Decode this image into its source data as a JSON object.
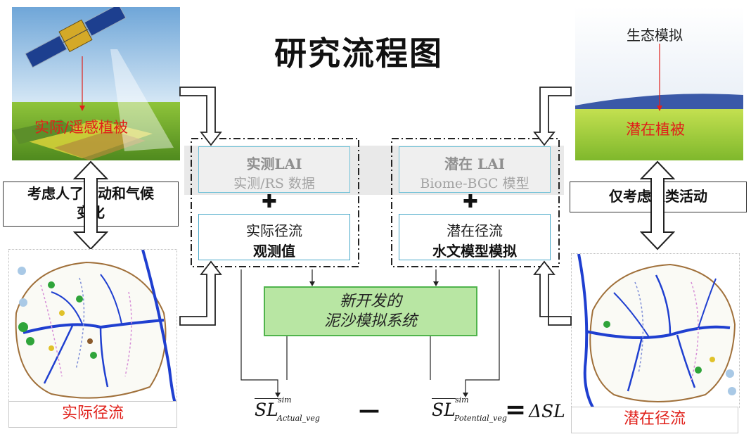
{
  "title": "研究流程图",
  "left_top_photo": {
    "label": "实际/遥感植被"
  },
  "right_top_photo": {
    "top_label": "生态模拟",
    "label": "潜在植被"
  },
  "left_side_box": {
    "text_line1": "考虑人了活动和气候",
    "text_line2": "变化"
  },
  "right_side_box": {
    "text": "仅考虑人类活动"
  },
  "left_bottom_caption": "实际径流",
  "right_bottom_caption": "潜在径流",
  "left_frame": {
    "lai_title": "实测LAI",
    "lai_sub": "实测/RS 数据",
    "runoff_line1": "实际径流",
    "runoff_line2": "观测值"
  },
  "right_frame": {
    "lai_title": "潜在 LAI",
    "lai_sub": "Biome-BGC 模型",
    "runoff_line1": "潜在径流",
    "runoff_line2": "水文模型模拟"
  },
  "center_box": {
    "line1": "新开发的",
    "line2": "泥沙模拟系统"
  },
  "formula": {
    "sl_main": "SL",
    "sup": "sim",
    "sub_actual": "Actual_veg",
    "sub_potential": "Potential_veg",
    "minus": "—",
    "equals": "=",
    "result": "ΔSL"
  },
  "plus_symbol": "✚",
  "colors": {
    "accent_red": "#e0201a",
    "box_border": "#49a9c9",
    "green_fill": "#b8e6a3",
    "river_blue": "#1f3fd0"
  }
}
